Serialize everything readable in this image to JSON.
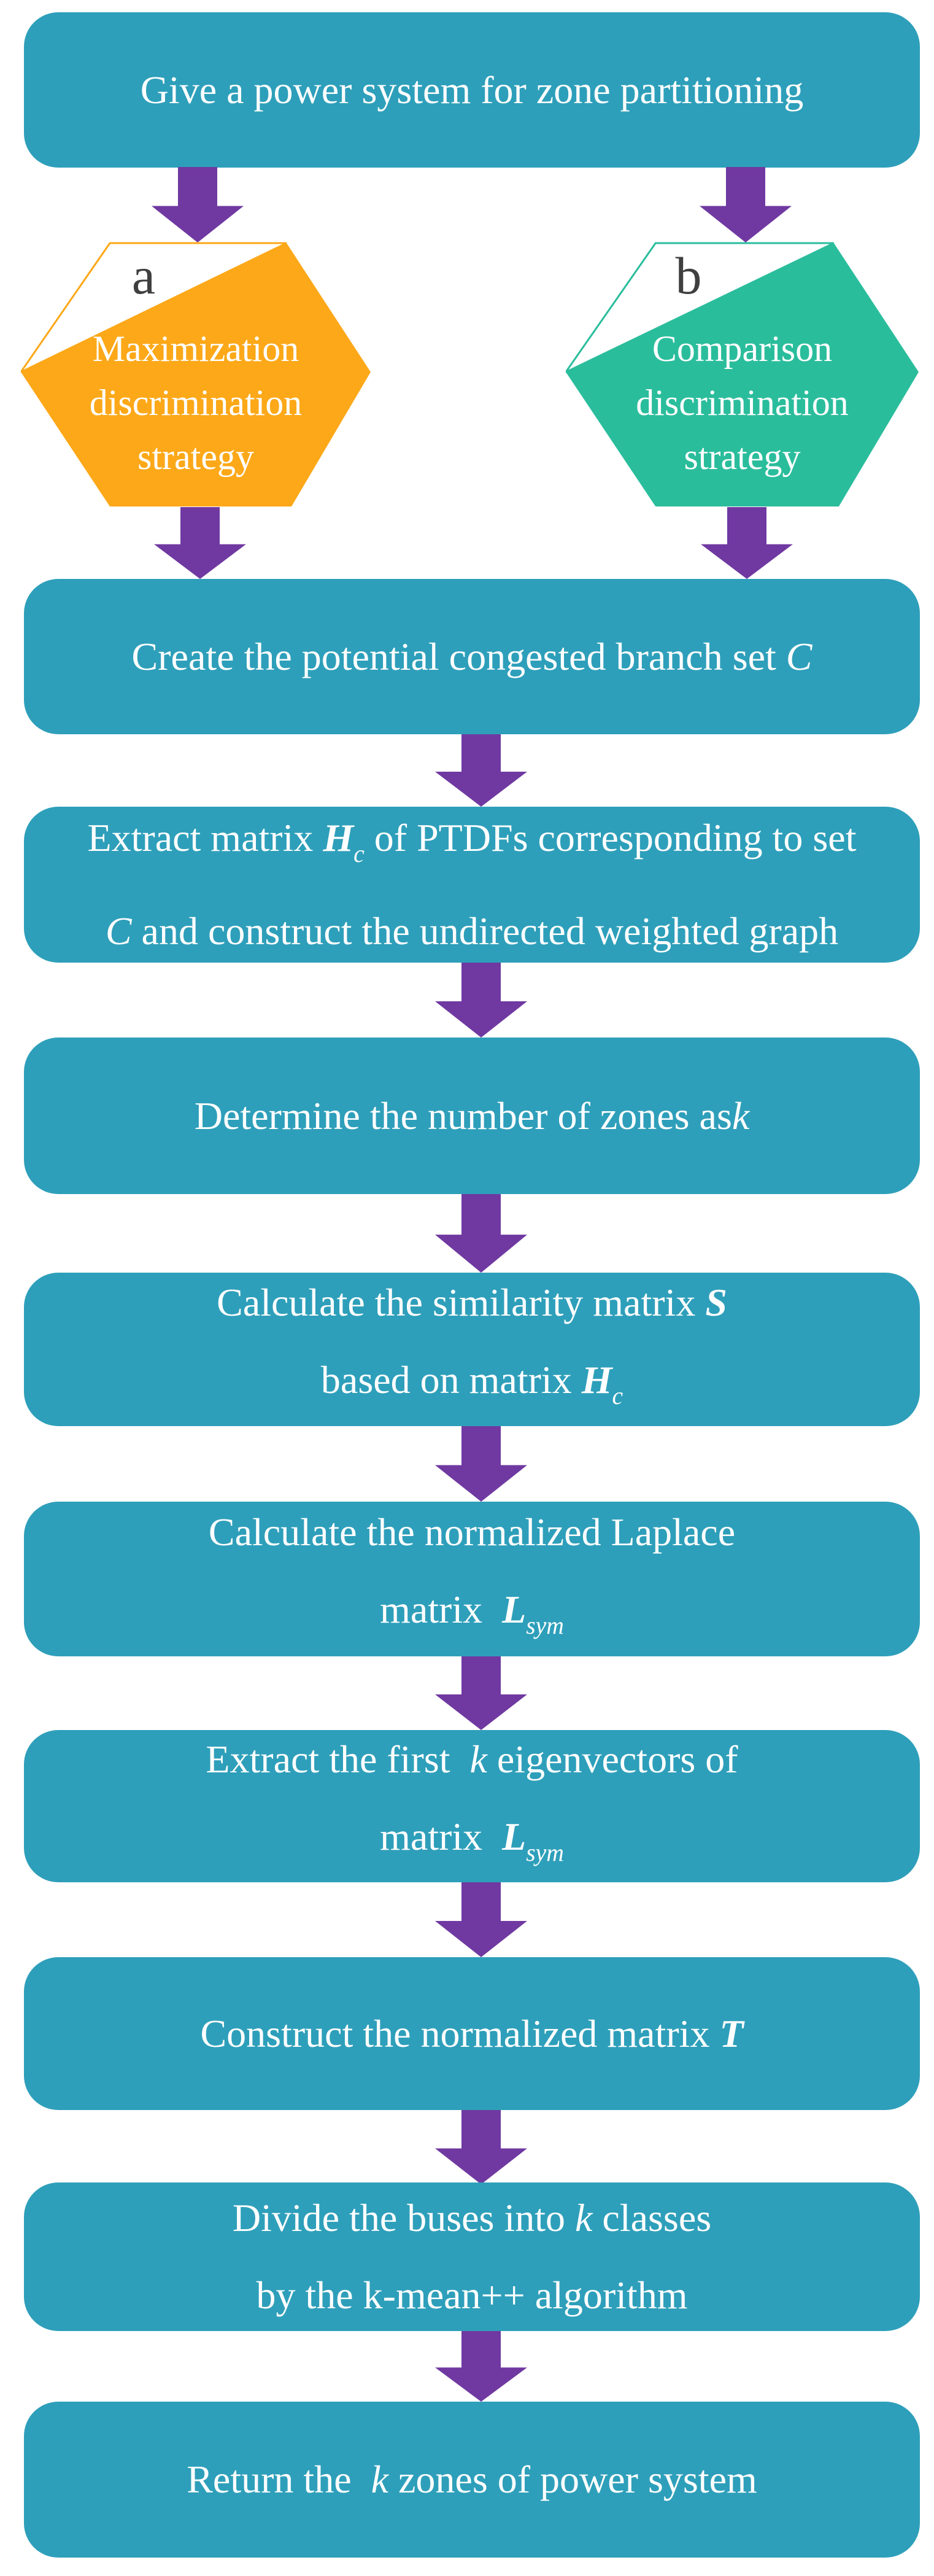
{
  "colors": {
    "box": "#2E9FBA",
    "arrow": "#7039A1",
    "hex_a": "#FCA818",
    "hex_b": "#2ABD9C",
    "label": "#3F3F3F",
    "text": "#FFFFFF",
    "bg": "#FFFFFF"
  },
  "hexagons": [
    {
      "id": "a",
      "label": "a",
      "lines": [
        "Maximization",
        "discrimination",
        "strategy"
      ]
    },
    {
      "id": "b",
      "label": "b",
      "lines": [
        "Comparison",
        "discrimination",
        "strategy"
      ]
    }
  ],
  "boxes": [
    {
      "id": "input",
      "lines": [
        [
          {
            "t": "Give a power system for zone partitioning"
          }
        ]
      ]
    },
    {
      "id": "create-set",
      "lines": [
        [
          {
            "t": "Create the potential congested branch set "
          },
          {
            "t": "C",
            "i": true
          }
        ]
      ]
    },
    {
      "id": "extract",
      "lines": [
        [
          {
            "t": "Extract matrix "
          },
          {
            "t": "H",
            "bi": true
          },
          {
            "t": "c",
            "sub": true
          },
          {
            "t": " of PTDFs corresponding to set"
          }
        ],
        [
          {
            "t": "C",
            "i": true
          },
          {
            "t": " and construct the undirected weighted graph"
          }
        ]
      ]
    },
    {
      "id": "determine-k",
      "lines": [
        [
          {
            "t": "Determine the number of zones as"
          },
          {
            "t": "k",
            "i": true
          }
        ]
      ]
    },
    {
      "id": "similarity",
      "lines": [
        [
          {
            "t": "Calculate the similarity matrix "
          },
          {
            "t": "S",
            "bi": true
          }
        ],
        [
          {
            "t": "based on matrix "
          },
          {
            "t": "H",
            "bi": true
          },
          {
            "t": "c",
            "sub": true
          }
        ]
      ]
    },
    {
      "id": "laplace",
      "lines": [
        [
          {
            "t": "Calculate the normalized Laplace"
          }
        ],
        [
          {
            "t": "matrix  "
          },
          {
            "t": "L",
            "bi": true
          },
          {
            "t": "sym",
            "sub": true
          }
        ]
      ]
    },
    {
      "id": "eigenvector",
      "lines": [
        [
          {
            "t": "Extract the first  "
          },
          {
            "t": "k",
            "i": true
          },
          {
            "t": " eigenvectors of"
          }
        ],
        [
          {
            "t": "matrix  "
          },
          {
            "t": "L",
            "bi": true
          },
          {
            "t": "sym",
            "sub": true
          }
        ]
      ]
    },
    {
      "id": "normalize-t",
      "lines": [
        [
          {
            "t": "Construct the normalized matrix "
          },
          {
            "t": "T",
            "bi": true
          }
        ]
      ]
    },
    {
      "id": "kmeans",
      "lines": [
        [
          {
            "t": "Divide the buses into "
          },
          {
            "t": "k",
            "i": true
          },
          {
            "t": " classes"
          }
        ],
        [
          {
            "t": "by the k-mean++ algorithm"
          }
        ]
      ]
    },
    {
      "id": "return",
      "lines": [
        [
          {
            "t": "Return the  "
          },
          {
            "t": "k",
            "i": true
          },
          {
            "t": " zones of power system"
          }
        ]
      ]
    }
  ]
}
